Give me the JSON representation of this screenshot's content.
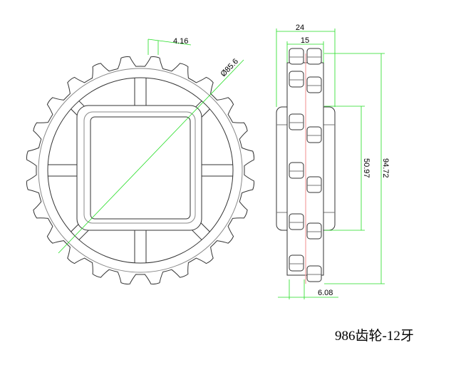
{
  "title": "986齿轮-12牙",
  "front_view": {
    "tooth_width_label": "4.16",
    "diameter_label": "Ø85.6",
    "tooth_count": 24
  },
  "side_view": {
    "overall_width_label": "24",
    "disk_width_label": "15",
    "outer_height_label": "94.72",
    "hub_height_label": "50.97",
    "offset_label": "6.08"
  },
  "colors": {
    "line": "#333333",
    "dimension": "#22dd22",
    "centerline": "#f4a0a0"
  }
}
